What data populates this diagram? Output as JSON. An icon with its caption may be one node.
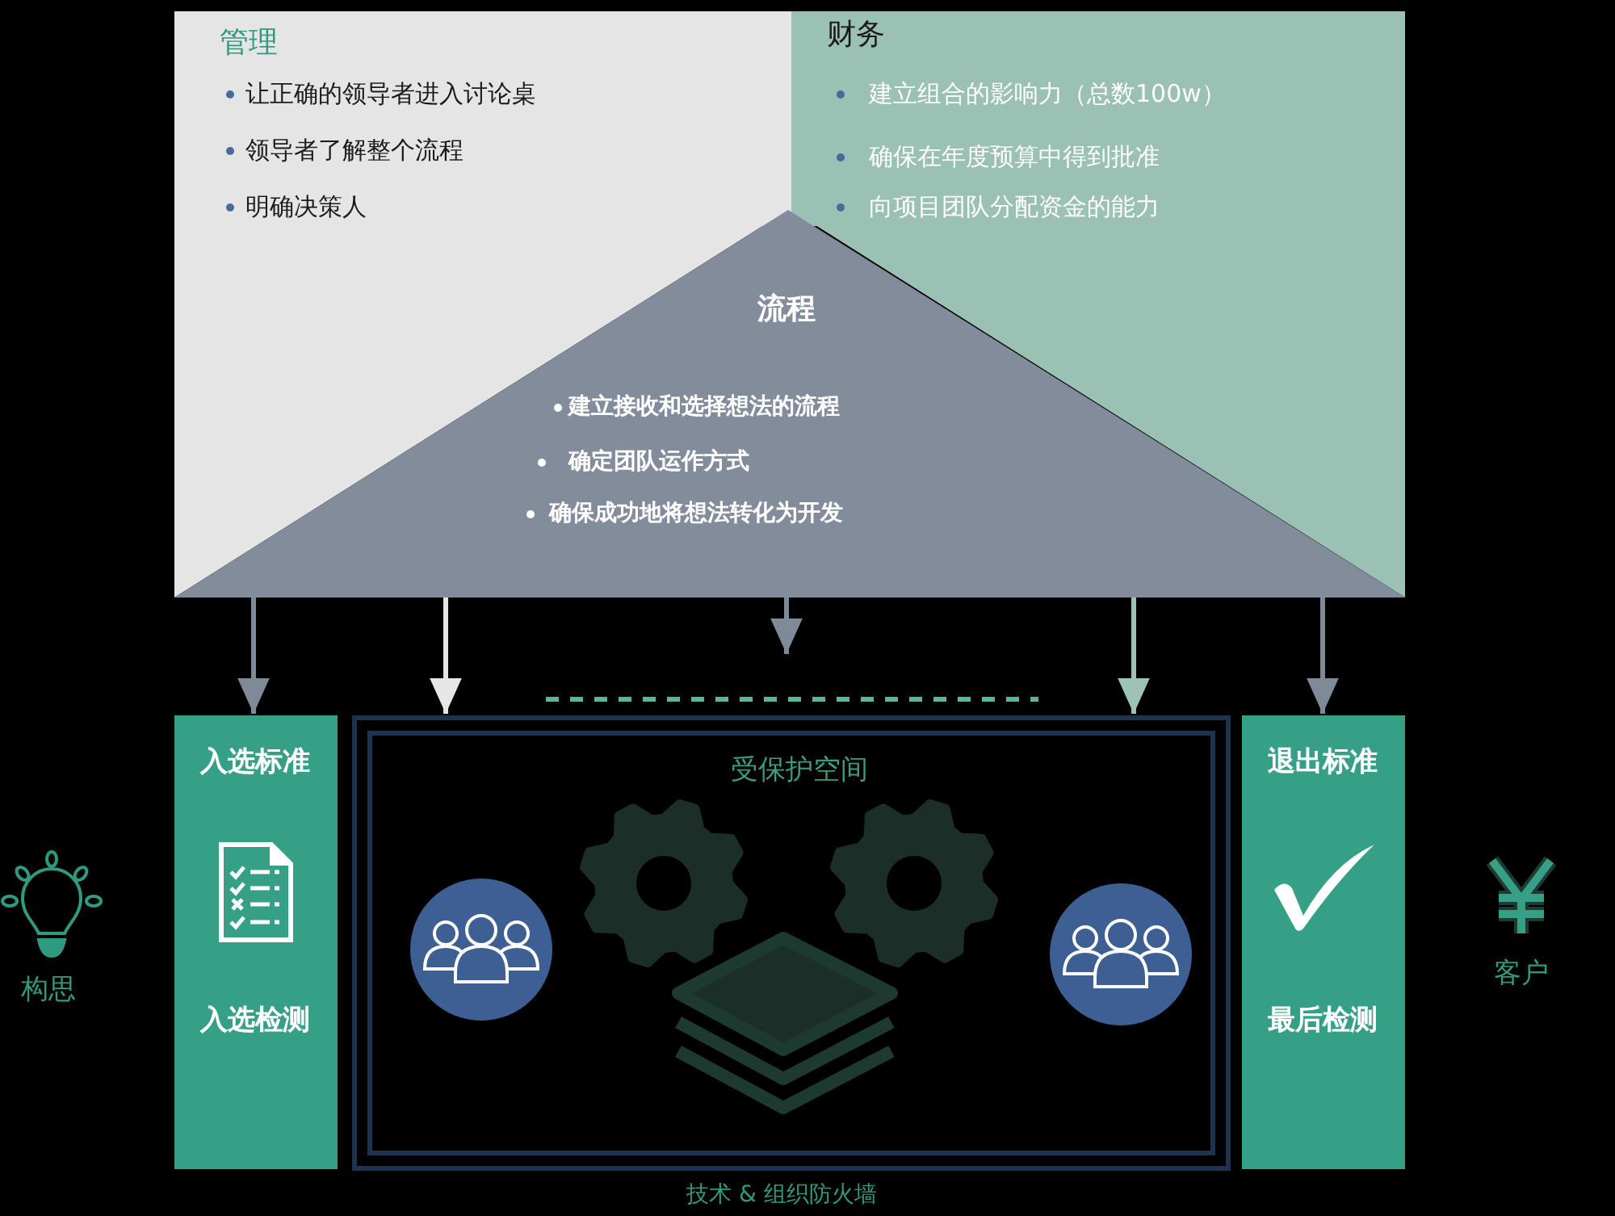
{
  "diagram": {
    "nodes": [
      {
        "text": [
          "管理",
          "让正确的领导者进入讨论桌",
          "领导者了解整个流程",
          "明确决策人"
        ]
      },
      {
        "text": [
          "财务",
          "建立组合的影响力（总数100w）",
          "确保在年度预算中得到批准",
          "向项目团队分配资金的能力"
        ]
      },
      {
        "text": [
          "流程",
          "建立接收和选择想法的流程",
          "确定团队运作方式",
          "确保成功地将想法转化为开发"
        ]
      },
      {
        "text": [
          "入选标准",
          "入选检测"
        ]
      },
      {
        "text": [
          "受保护空间"
        ],
        "beside": [
          "技术 & 组织防火墙"
        ]
      },
      {
        "text": [
          "退出标准",
          "最后检测"
        ]
      }
    ],
    "edges": [
      {
        "from": 2,
        "to": 3,
        "arrow": "to"
      },
      {
        "from": 2,
        "to": 4,
        "arrow": "to",
        "color": "#e6e6e6"
      },
      {
        "from": 2,
        "to": null,
        "arrow": "to"
      },
      {
        "from": 2,
        "to": 4,
        "arrow": "to",
        "color": "#9cc3b6"
      },
      {
        "from": 2,
        "to": 5,
        "arrow": "to"
      }
    ],
    "labels": [
      "构思",
      "客户"
    ]
  }
}
